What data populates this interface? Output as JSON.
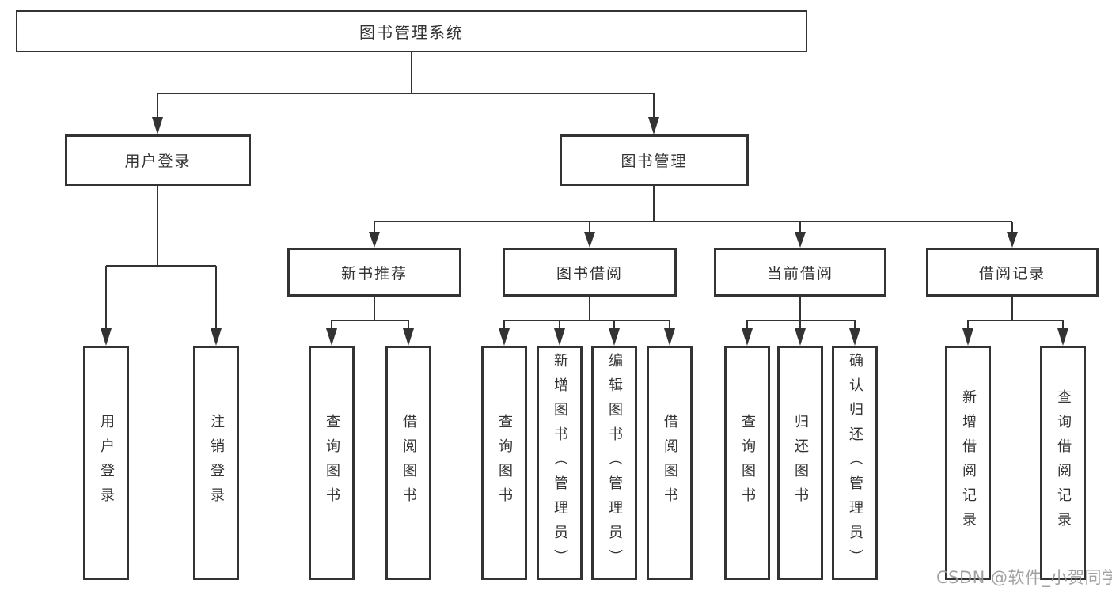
{
  "colors": {
    "line": "#333333",
    "box_border": "#333333",
    "text": "#333333",
    "background": "#ffffff",
    "watermark": "#9b9b9b"
  },
  "tree": {
    "root": {
      "label": "图书管理系统"
    },
    "children": [
      {
        "label": "用户登录",
        "children": [
          {
            "label": "用户登录"
          },
          {
            "label": "注销登录"
          }
        ]
      },
      {
        "label": "图书管理",
        "children": [
          {
            "label": "新书推荐",
            "children": [
              {
                "label": "查询图书"
              },
              {
                "label": "借阅图书"
              }
            ]
          },
          {
            "label": "图书借阅",
            "children": [
              {
                "label": "查询图书"
              },
              {
                "label": "新增图书（管理员）"
              },
              {
                "label": "编辑图书（管理员）"
              },
              {
                "label": "借阅图书"
              }
            ]
          },
          {
            "label": "当前借阅",
            "children": [
              {
                "label": "查询图书"
              },
              {
                "label": "归还图书"
              },
              {
                "label": "确认归还（管理员）"
              }
            ]
          },
          {
            "label": "借阅记录",
            "children": [
              {
                "label": "新增借阅记录"
              },
              {
                "label": "查询借阅记录"
              }
            ]
          }
        ]
      }
    ]
  },
  "watermark": {
    "text": "CSDN @软件_小贺同学"
  }
}
